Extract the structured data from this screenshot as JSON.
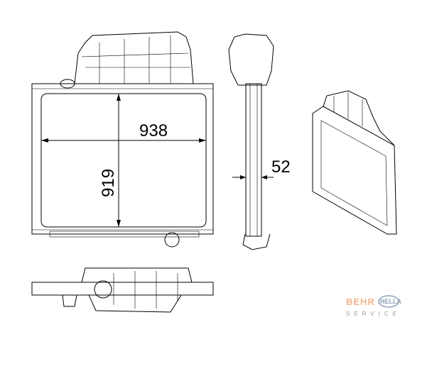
{
  "dimensions": {
    "width_label": "938",
    "height_label": "919",
    "depth_label": "52"
  },
  "logo": {
    "brand": "BEHR",
    "partner": "HELLA",
    "tagline": "SERVICE",
    "brand_color": "#f2b48a",
    "partner_color": "#8ea0b8"
  }
}
